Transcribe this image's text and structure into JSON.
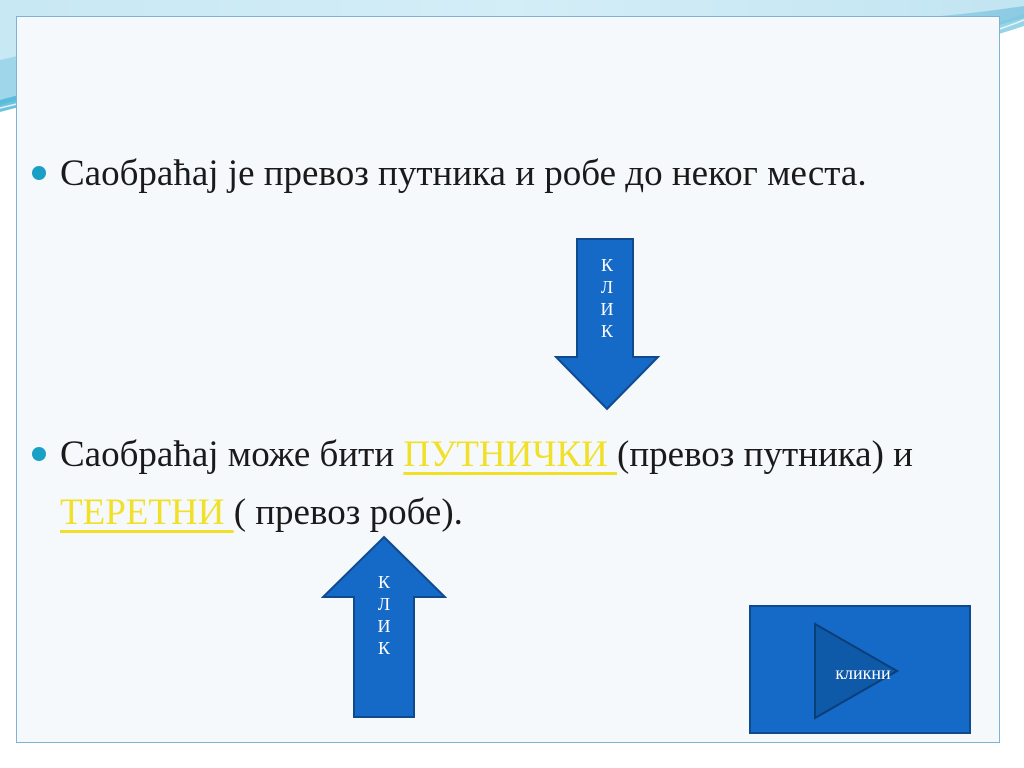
{
  "bullets": {
    "first": "Саобраћај је превоз путника и робе до неког места.",
    "second": {
      "prefix": "Саобраћај може бити ",
      "link1": "ПУТНИЧКИ ",
      "middle": " (превоз путника)  и",
      "link2": " ТЕРЕТНИ ",
      "suffix": "( превоз робе)."
    }
  },
  "arrow_down": {
    "letters": [
      "К",
      "Л",
      "И",
      "К"
    ]
  },
  "arrow_up": {
    "letters": [
      "К",
      "Л",
      "И",
      "К"
    ]
  },
  "nav_button": {
    "label": "кликни"
  },
  "colors": {
    "accent_bullet": "#1aa0c4",
    "link_text": "#f0e02a",
    "arrow_fill": "#1569c7",
    "arrow_stroke": "#0e4a8c"
  }
}
